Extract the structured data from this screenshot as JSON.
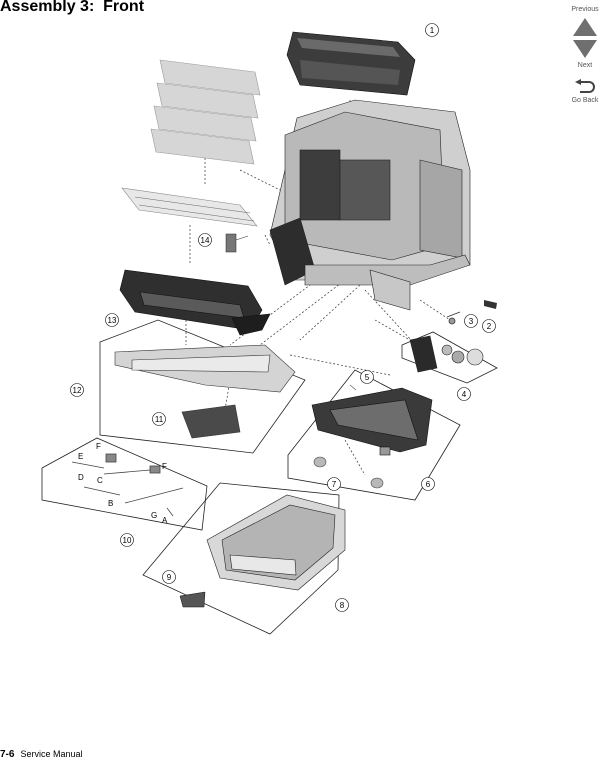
{
  "page": {
    "title": "Assembly 3:  Front",
    "footer_page": "7-6",
    "footer_text": "Service Manual"
  },
  "nav": {
    "previous_label": "Previous",
    "next_label": "Next",
    "go_back_label": "Go Back"
  },
  "callouts": [
    "1",
    "2",
    "3",
    "4",
    "5",
    "6",
    "7",
    "8",
    "9",
    "10",
    "11",
    "12",
    "13",
    "14"
  ],
  "letters": [
    "A",
    "B",
    "C",
    "D",
    "E",
    "F",
    "F",
    "G"
  ]
}
